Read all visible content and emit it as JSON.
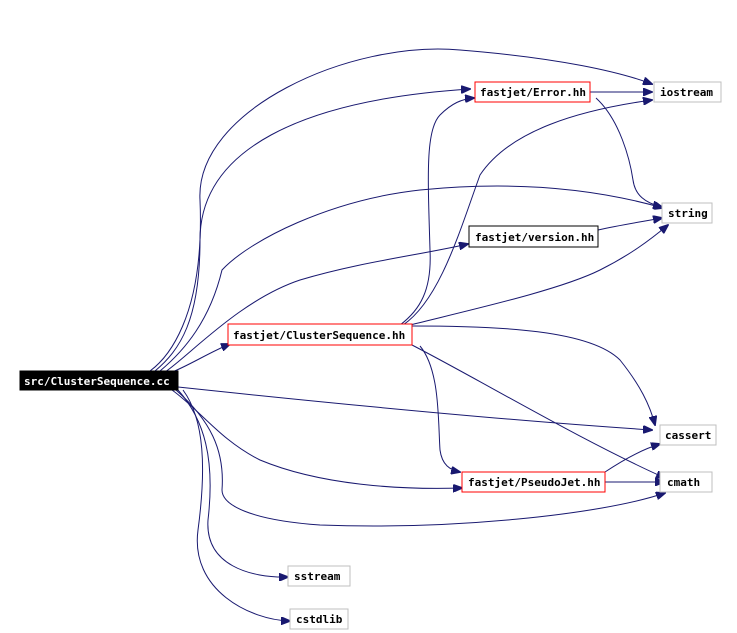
{
  "colors": {
    "edge": "#191970",
    "root_fill": "#000000",
    "root_text": "#ffffff",
    "linked_border": "#ff0000",
    "documented_border": "#000000",
    "external_border": "#bfbfbf"
  },
  "nodes": {
    "root": {
      "label": "src/ClusterSequence.cc"
    },
    "error_hh": {
      "label": "fastjet/Error.hh"
    },
    "iostream": {
      "label": "iostream"
    },
    "string": {
      "label": "string"
    },
    "version_hh": {
      "label": "fastjet/version.hh"
    },
    "clustersequence_hh": {
      "label": "fastjet/ClusterSequence.hh"
    },
    "cassert": {
      "label": "cassert"
    },
    "pseudojet_hh": {
      "label": "fastjet/PseudoJet.hh"
    },
    "cmath": {
      "label": "cmath"
    },
    "sstream": {
      "label": "sstream"
    },
    "cstdlib": {
      "label": "cstdlib"
    }
  }
}
